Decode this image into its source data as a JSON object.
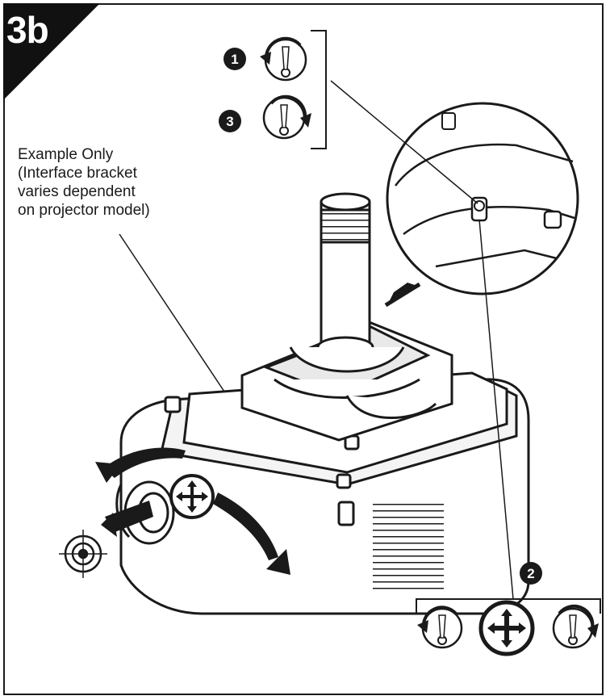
{
  "step": {
    "label": "3b"
  },
  "note": {
    "lines": [
      "Example Only",
      "(Interface bracket",
      "varies dependent",
      "on projector model)"
    ]
  },
  "steps": [
    {
      "number": "1",
      "icon": "screw-loosen-counterclockwise-icon"
    },
    {
      "number": "3",
      "icon": "screw-tighten-clockwise-icon"
    },
    {
      "number": "2",
      "icons": [
        "screw-loosen-counterclockwise-icon",
        "adjust-move-icon",
        "screw-tighten-clockwise-icon"
      ]
    }
  ],
  "colors": {
    "ink": "#1a1a1a",
    "background": "#ffffff"
  }
}
